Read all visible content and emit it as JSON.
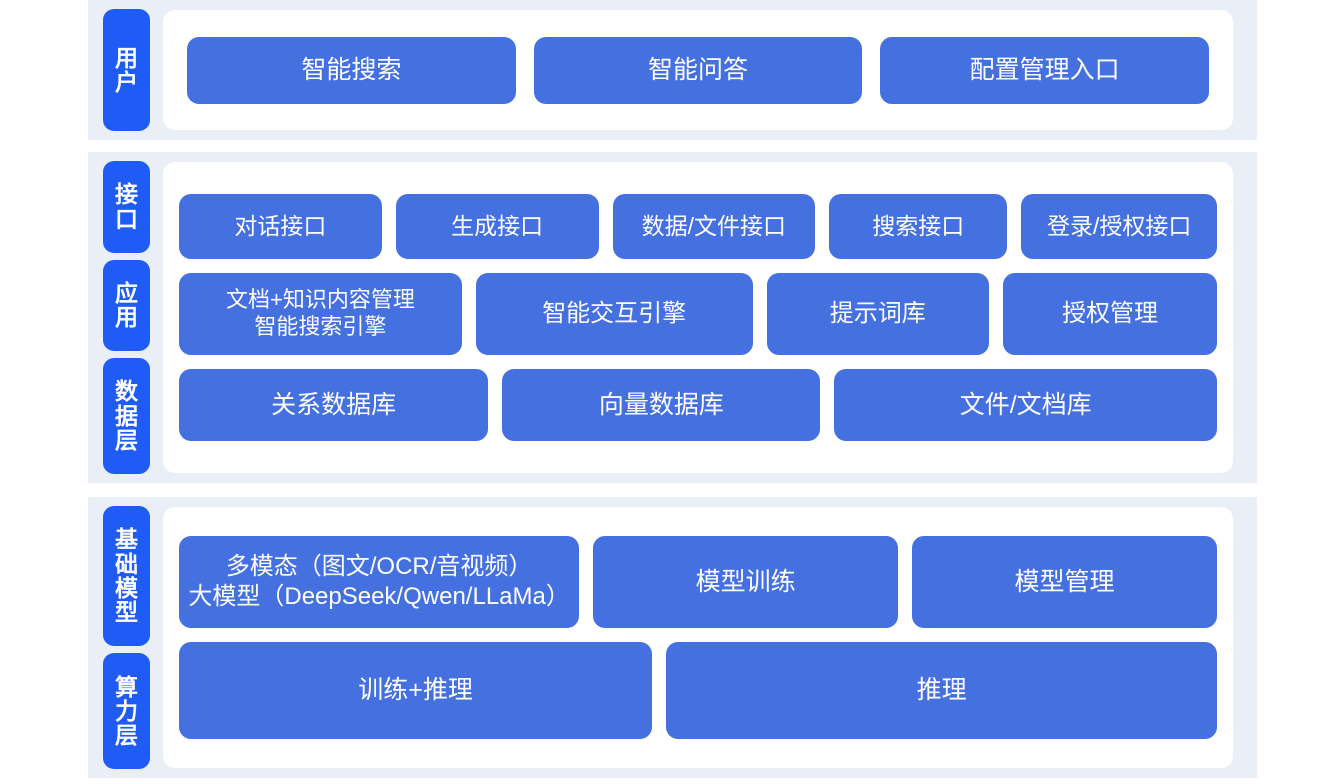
{
  "colors": {
    "band_background": "#eaeff7",
    "panel_background": "#ffffff",
    "rail_chip": "#1f5bf5",
    "content_box": "#4470e0",
    "text_on_blue": "#ffffff",
    "page_background": "#ffffff"
  },
  "sections": [
    {
      "id": "user",
      "rail_labels": [
        "用户"
      ],
      "rows": [
        {
          "id": "user-entries",
          "boxes": [
            "智能搜索",
            "智能问答",
            "配置管理入口"
          ]
        }
      ]
    },
    {
      "id": "middle",
      "rail_labels": [
        "接口",
        "应用",
        "数据层"
      ],
      "rows": [
        {
          "id": "interface",
          "boxes": [
            "对话接口",
            "生成接口",
            "数据/文件接口",
            "搜索接口",
            "登录/授权接口"
          ]
        },
        {
          "id": "application",
          "boxes": [
            "文档+知识内容管理\n智能搜索引擎",
            "智能交互引擎",
            "提示词库",
            "授权管理"
          ]
        },
        {
          "id": "data",
          "boxes": [
            "关系数据库",
            "向量数据库",
            "文件/文档库"
          ]
        }
      ]
    },
    {
      "id": "infrastructure",
      "rail_labels": [
        "基础模型",
        "算力层"
      ],
      "rows": [
        {
          "id": "model",
          "boxes": [
            "多模态（图文/OCR/音视频）\n大模型（DeepSeek/Qwen/LLaMa）",
            "模型训练",
            "模型管理"
          ]
        },
        {
          "id": "compute",
          "boxes": [
            "训练+推理",
            "推理"
          ]
        }
      ]
    }
  ]
}
